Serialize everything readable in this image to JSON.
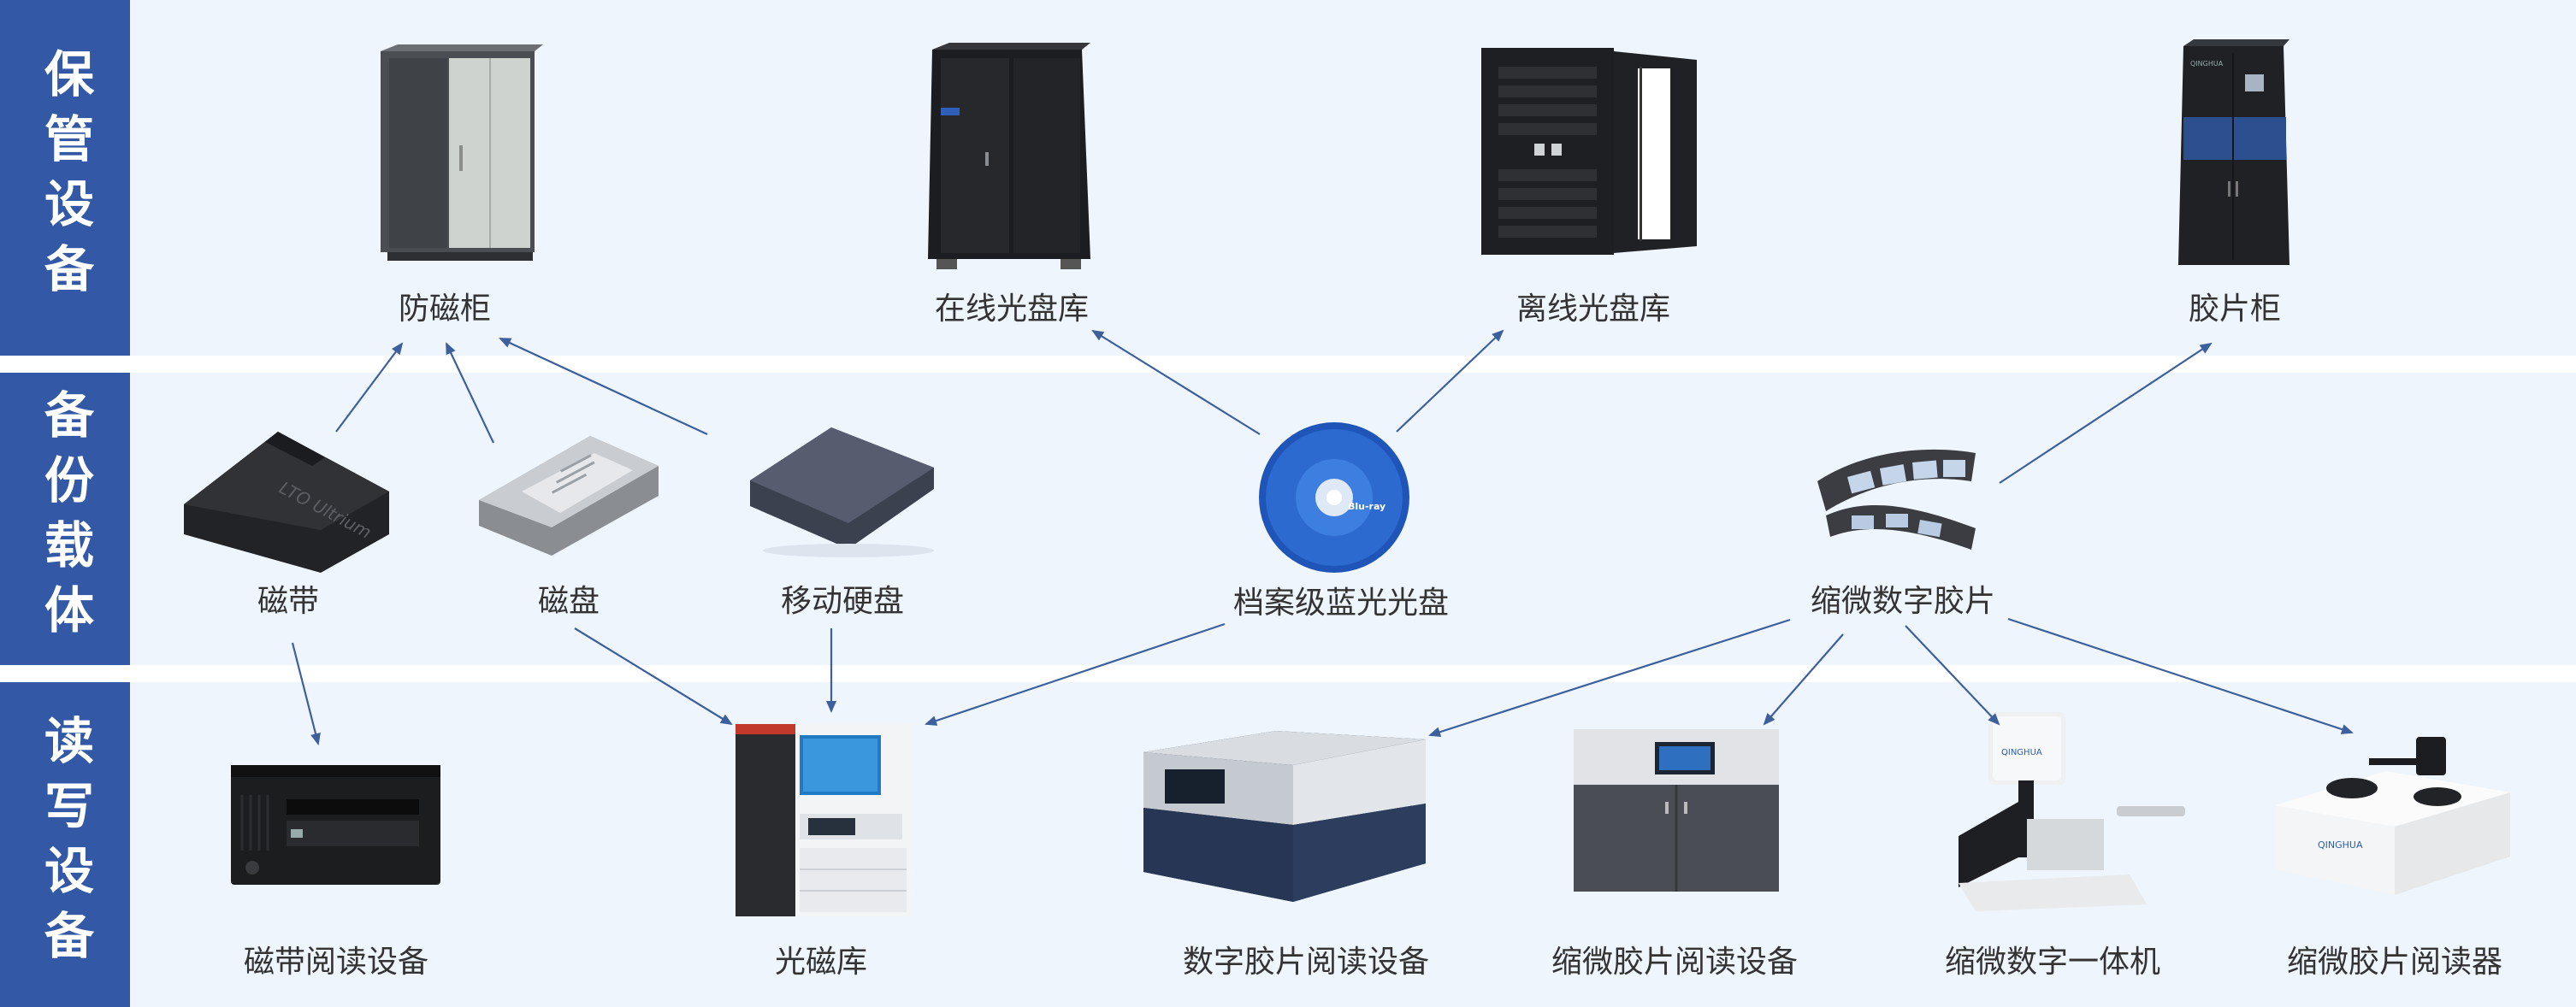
{
  "rows": [
    {
      "label": "保管设备"
    },
    {
      "label": "备份载体"
    },
    {
      "label": "读写设备"
    }
  ],
  "items": {
    "fangci_gui": "防磁柜",
    "zaixian_guangpanku": "在线光盘库",
    "lixian_guangpanku": "离线光盘库",
    "jiaopian_gui": "胶片柜",
    "cidai": "磁带",
    "cipan": "磁盘",
    "yidong_yingpan": "移动硬盘",
    "dangan_languang": "档案级蓝光光盘",
    "suowei_shuzi_jiaopian": "缩微数字胶片",
    "cidai_yuedu": "磁带阅读设备",
    "guangci_ku": "光磁库",
    "shuzi_jiaopian_yuedu": "数字胶片阅读设备",
    "suowei_jiaopian_yuedu_shebei": "缩微胶片阅读设备",
    "suowei_yitiji": "缩微数字一体机",
    "suowei_jiaopian_yueduqi": "缩微胶片阅读器"
  },
  "colors": {
    "row_label_bg": "#3358a6",
    "band_bg": "#eef5fd",
    "arrow": "#3d5f9c",
    "text": "#333333"
  }
}
